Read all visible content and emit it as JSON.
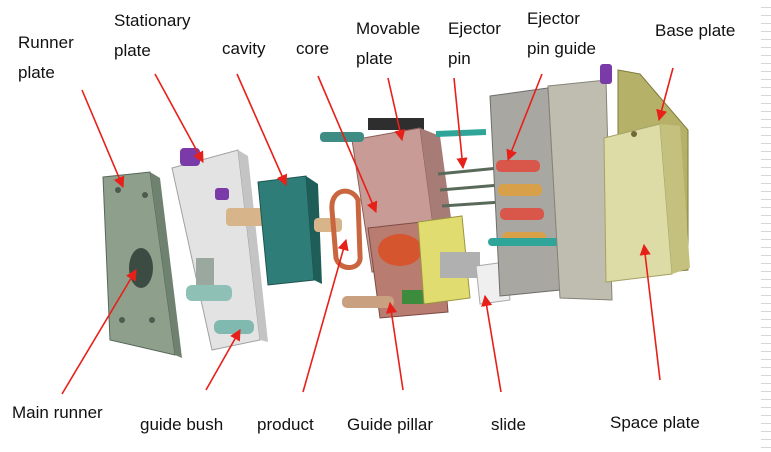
{
  "labels": {
    "runner_plate": [
      "Runner",
      "plate"
    ],
    "stationary_plate": [
      "Stationary",
      "plate"
    ],
    "cavity": "cavity",
    "core": "core",
    "movable_plate": [
      "Movable",
      "plate"
    ],
    "ejector_pin": [
      "Ejector",
      "pin"
    ],
    "ejector_pin_guide": [
      "Ejector",
      "pin guide"
    ],
    "base_plate": "Base plate",
    "main_runner": "Main runner",
    "guide_bush": "guide bush",
    "product": "product",
    "guide_pillar": "Guide pillar",
    "slide": "slide",
    "space_plate": "Space plate"
  },
  "colors": {
    "arrow": "#e8201a",
    "label_text": "#111111",
    "runner_plate": "#8ea08c",
    "stationary_plate": "#dadada",
    "cavity": "#2f7d78",
    "movable_plate": "#c99b96",
    "ejector_box": "#a8a7a2",
    "base_plate": "#cdc886",
    "space_plate": "#dedca6"
  }
}
